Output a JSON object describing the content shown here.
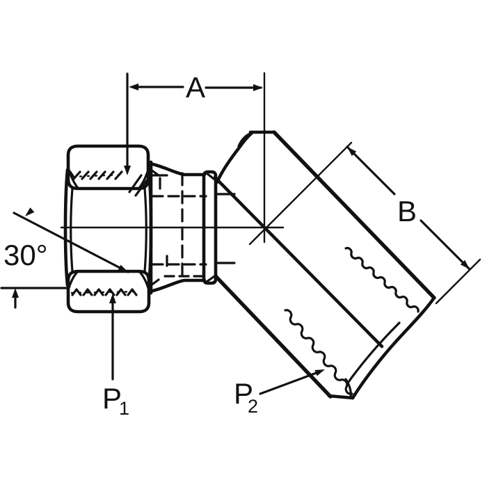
{
  "drawing": {
    "description": "Technical line drawing of a 30-degree elbow swivel-nut hydraulic fitting, side view with dimension annotations",
    "background_color": "#ffffff",
    "line_color": "#111111",
    "labels": {
      "dim_a": "A",
      "dim_b": "B",
      "angle": "30°",
      "p1": "P",
      "p1_sub": "1",
      "p2": "P",
      "p2_sub": "2"
    }
  }
}
